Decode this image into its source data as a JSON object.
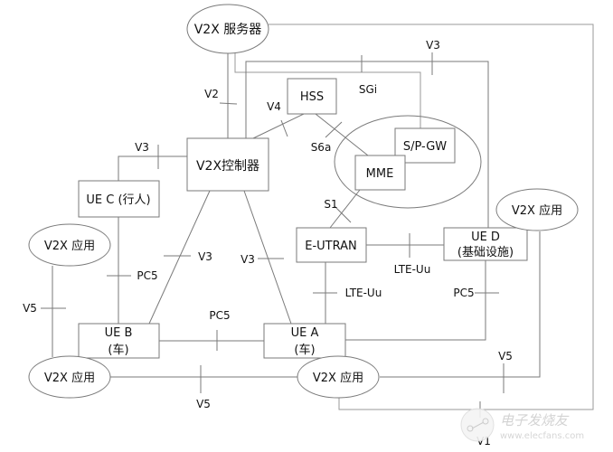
{
  "nodes": {
    "v2x_server": "V2X 服务器",
    "v2x_controller": "V2X控制器",
    "hss": "HSS",
    "sp_gw": "S/P-GW",
    "mme": "MME",
    "e_utran": "E-UTRAN",
    "ue_c": "UE C (行人)",
    "ue_b_line1": "UE B",
    "ue_b_line2": "(车)",
    "ue_a_line1": "UE A",
    "ue_a_line2": "(车)",
    "ue_d_line1": "UE D",
    "ue_d_line2": "(基础设施)",
    "app_ue_c": "V2X 应用",
    "app_ue_b": "V2X 应用",
    "app_ue_a": "V2X 应用",
    "app_ue_d": "V2X 应用"
  },
  "interfaces": {
    "v2": "V2",
    "v4": "V4",
    "sgi": "SGi",
    "s6a": "S6a",
    "s1": "S1",
    "v3_top": "V3",
    "v3_ue_c": "V3",
    "v3_ue_b": "V3",
    "v3_ue_a": "V3",
    "pc5_ue_c_b": "PC5",
    "pc5_ue_b_a": "PC5",
    "pc5_ue_d": "PC5",
    "lte_uu_ue_d": "LTE-Uu",
    "lte_uu_ue_a": "LTE-Uu",
    "v5_left": "V5",
    "v5_bottom": "V5",
    "v5_right": "V5",
    "v1": "V1"
  },
  "watermark": {
    "brand": "电子发烧友",
    "url": "www.elecfans.com"
  }
}
